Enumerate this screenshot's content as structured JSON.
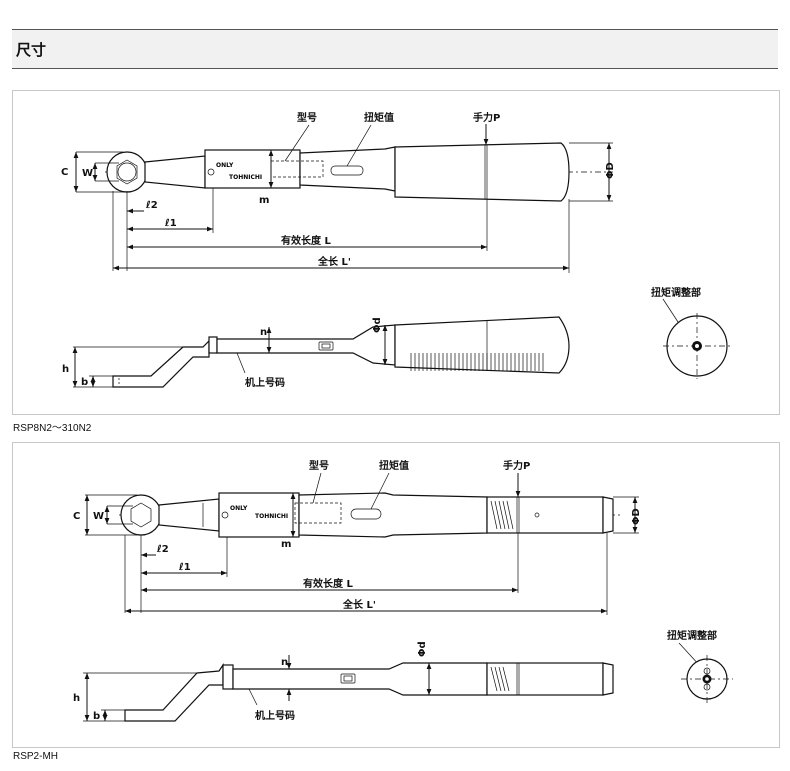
{
  "header": {
    "title": "尺寸"
  },
  "figure1": {
    "caption": "RSP8N2～310N2",
    "labels": {
      "model": "型号",
      "torque_value": "扭矩值",
      "hand_force": "手力P",
      "effective_length": "有效长度 L",
      "total_length": "全长 L'",
      "machine_number": "机上号码",
      "torque_adjust": "扭矩调整部",
      "dim_C": "C",
      "dim_W": "W",
      "dim_m": "m",
      "dim_l2": "ℓ2",
      "dim_l1": "ℓ1",
      "dim_D": "ΦD",
      "dim_d": "Φd",
      "dim_n": "n",
      "dim_h": "h",
      "dim_b": "b",
      "brand_only": "ONLY",
      "brand_tohnichi": "TOHNICHI"
    }
  },
  "figure2": {
    "caption": "RSP2-MH",
    "labels": {
      "model": "型号",
      "torque_value": "扭矩值",
      "hand_force": "手力P",
      "effective_length": "有效长度 L",
      "total_length": "全长 L'",
      "machine_number": "机上号码",
      "torque_adjust": "扭矩调整部",
      "dim_C": "C",
      "dim_W": "W",
      "dim_m": "m",
      "dim_l2": "ℓ2",
      "dim_l1": "ℓ1",
      "dim_D": "ΦD",
      "dim_d": "Φd",
      "dim_n": "n",
      "dim_h": "h",
      "dim_b": "b",
      "brand_only": "ONLY",
      "brand_tohnichi": "TOHNICHI"
    }
  }
}
